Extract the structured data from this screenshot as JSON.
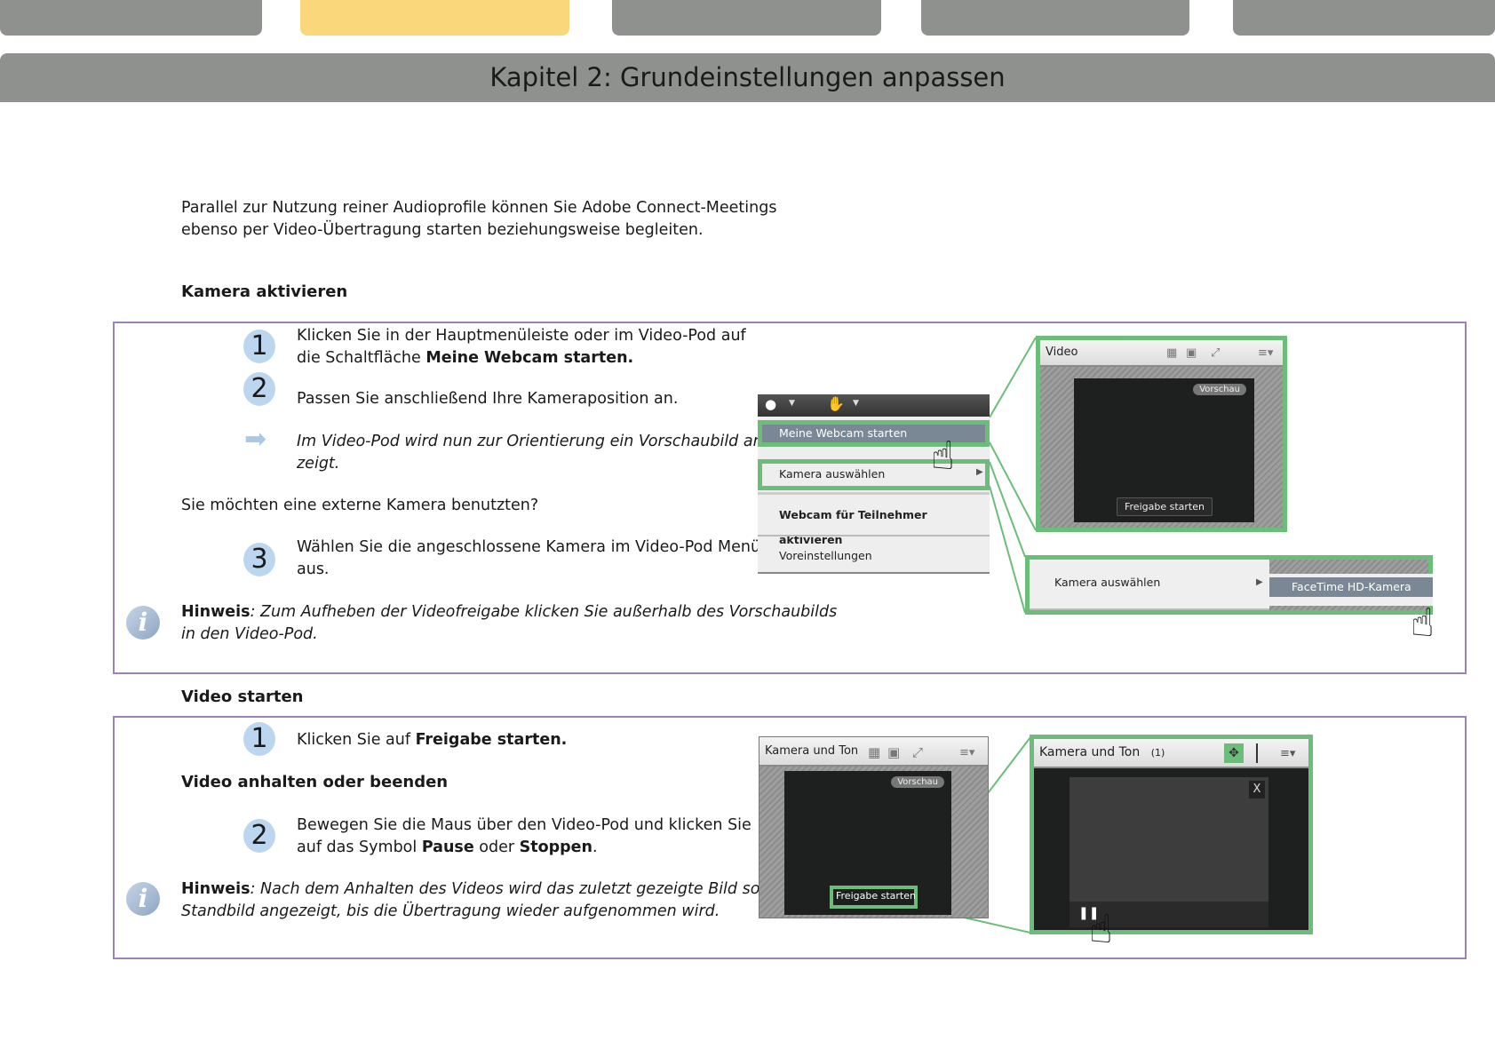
{
  "nav_tabs": [
    {
      "label": "",
      "active": false
    },
    {
      "label": "",
      "active": true
    },
    {
      "label": "",
      "active": false
    },
    {
      "label": "",
      "active": false
    },
    {
      "label": "",
      "active": false
    }
  ],
  "colors": {
    "tab": "#8f918e",
    "tab_active": "#f9d77a",
    "box_border": "#9b84b5",
    "highlight": "#6bbd79",
    "step_circle": "#bcd6ef"
  },
  "chapter_title": "Kapitel 2: Grundeinstellungen anpassen",
  "intro": {
    "line1": "Parallel zur Nutzung reiner Audioprofile können Sie Adobe Connect-Meetings",
    "line2": "ebenso per Video-Übertragung starten beziehungsweise begleiten."
  },
  "section1": {
    "heading": "Kamera aktivieren",
    "step1": {
      "num": "1",
      "text_a": "Klicken Sie in der Hauptmenüleiste oder im Video-Pod auf",
      "text_b": "die Schaltfläche ",
      "bold": "Meine Webcam starten."
    },
    "step2": {
      "num": "2",
      "text": "Passen Sie anschließend Ihre Kameraposition an."
    },
    "result": {
      "line1": "Im Video-Pod wird nun zur Orientierung ein Vorschaubild ange-",
      "line2": "zeigt."
    },
    "question": "Sie möchten eine externe Kamera benutzten?",
    "step3": {
      "num": "3",
      "line1": "Wählen Sie die angeschlossene Kamera im Video-Pod Menü",
      "line2": "aus."
    },
    "note": {
      "label": "Hinweis",
      "line1": ": Zum Aufheben der Videofreigabe klicken Sie außerhalb des Vorschaubilds",
      "line2": "in den Video-Pod."
    },
    "menu": {
      "items": [
        "Meine Webcam starten",
        "Kamera auswählen",
        "Webcam für Teilnehmer aktivieren",
        "Voreinstellungen"
      ]
    },
    "video_pod": {
      "title": "Video",
      "preview_badge": "Vorschau",
      "share_button": "Freigabe starten"
    },
    "camera_submenu": {
      "item": "Kamera auswählen",
      "option": "FaceTime HD-Kamera"
    }
  },
  "section2": {
    "heading": "Video starten",
    "step1": {
      "num": "1",
      "text": "Klicken Sie auf ",
      "bold": "Freigabe starten."
    },
    "heading2": "Video anhalten oder beenden",
    "step2": {
      "num": "2",
      "line1": "Bewegen Sie die Maus über den Video-Pod und klicken Sie",
      "line2a": "auf das Symbol ",
      "bold1": "Pause",
      "mid": " oder ",
      "bold2": "Stoppen",
      "end": "."
    },
    "note": {
      "label": "Hinweis",
      "line1": ": Nach dem Anhalten des Videos wird das zuletzt gezeigte Bild solange als",
      "line2": "Standbild angezeigt, bis die Übertragung wieder aufgenommen wird."
    },
    "pod_left": {
      "title": "Kamera und Ton",
      "preview_badge": "Vorschau",
      "share_button": "Freigabe starten"
    },
    "pod_right": {
      "title": "Kamera und Ton",
      "count": "(1)",
      "close": "X"
    }
  }
}
